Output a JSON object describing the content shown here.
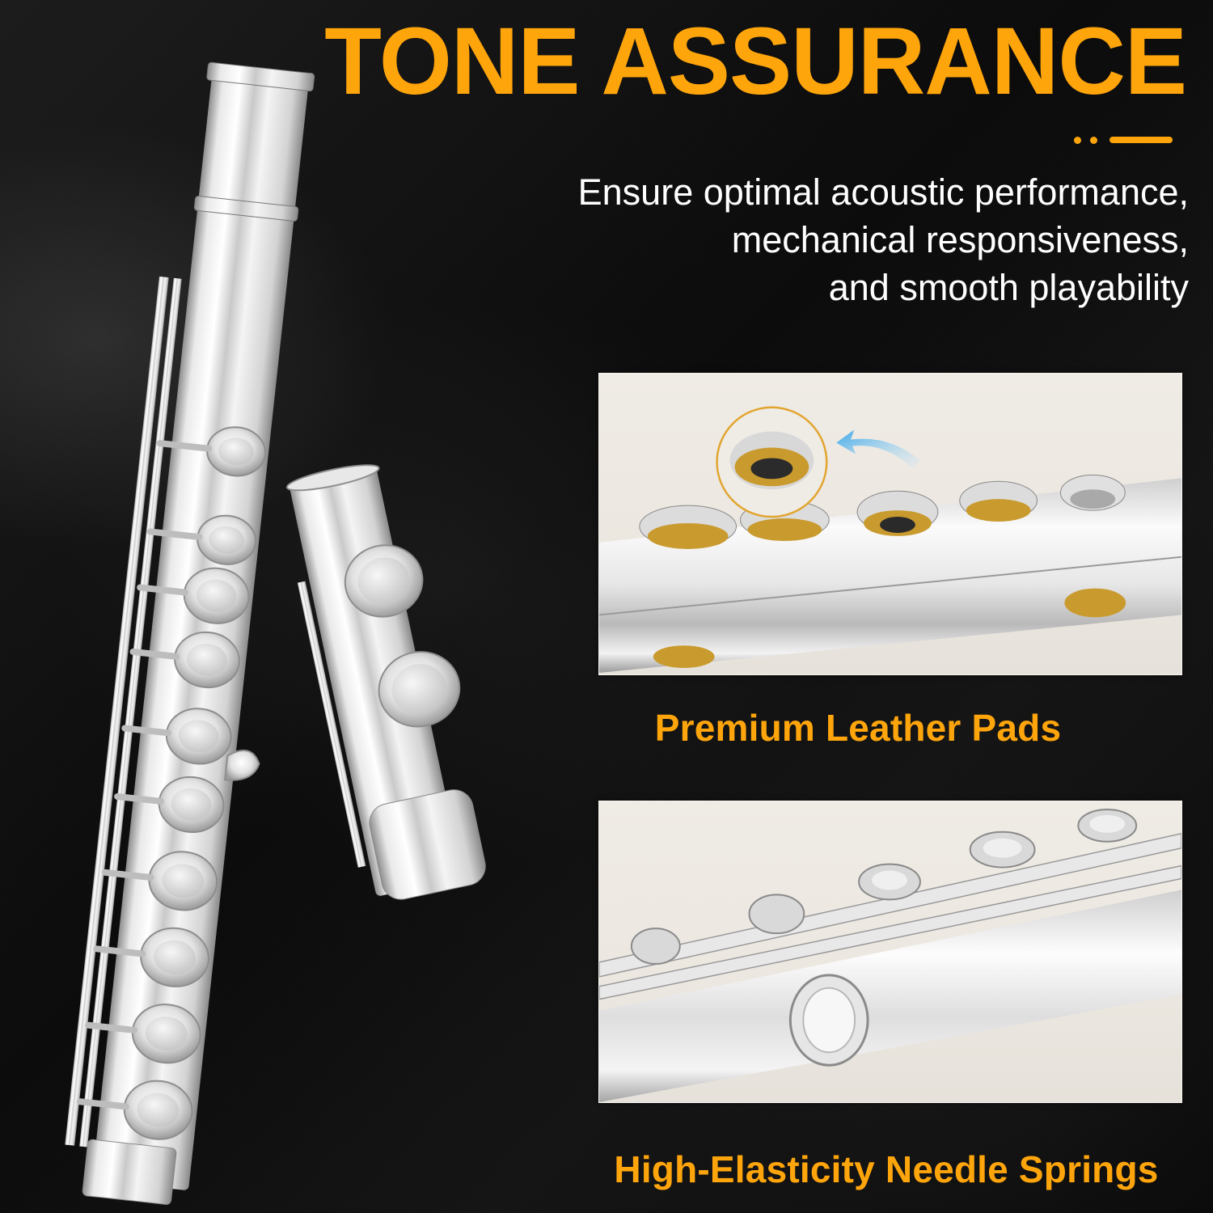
{
  "headline": "TONE ASSURANCE",
  "subtitle": {
    "lines": [
      "Ensure optimal acoustic performance,",
      "mechanical responsiveness,",
      "and smooth playability"
    ]
  },
  "features": [
    {
      "image_subject": "close-up of flute keys showing leather pads with zoom inset",
      "caption": "Premium Leather Pads"
    },
    {
      "image_subject": "close-up of flute key mechanism and rods",
      "caption": "High-Elasticity Needle Springs"
    }
  ],
  "product_images": [
    {
      "subject": "silver flute body and headjoint"
    },
    {
      "subject": "silver flute footjoint"
    }
  ],
  "colors": {
    "accent": "#ffa50c",
    "background": "#0e0e0e",
    "subtitle_text": "#ffffff",
    "panel_background": "#ece7e0",
    "pad_gold": "#c99a2e",
    "arrow_blue": "#4fb3ea"
  }
}
